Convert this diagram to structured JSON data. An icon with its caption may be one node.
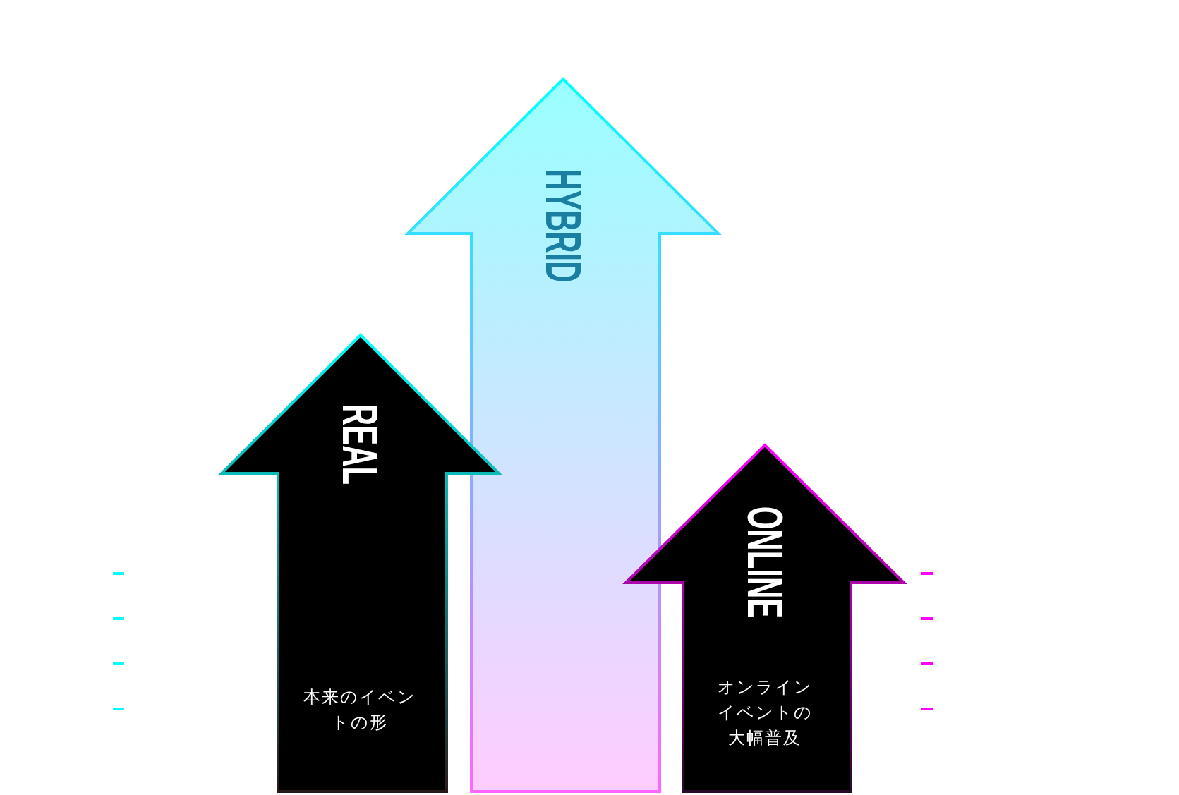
{
  "diagram": {
    "nodes": [
      {
        "text": [
          "REAL",
          "本来のイベントの形"
        ]
      },
      {
        "text": [
          "HYBRID"
        ]
      },
      {
        "text": [
          "ONLINE",
          "オンラインイベントの大幅普及"
        ]
      }
    ]
  }
}
